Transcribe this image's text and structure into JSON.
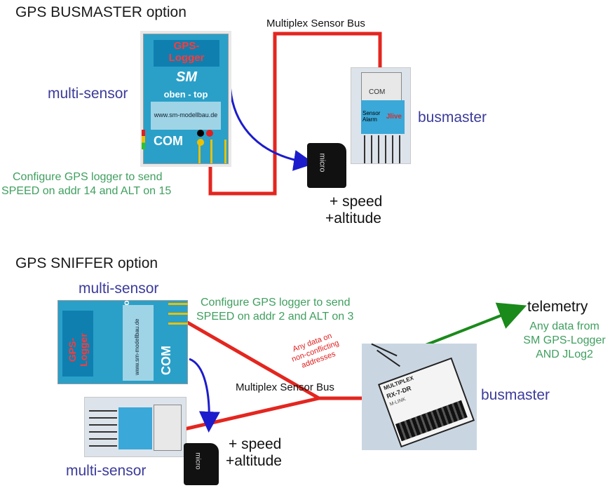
{
  "colors": {
    "wire_red": "#e3261f",
    "arrow_blue": "#1c1ccc",
    "arrow_green": "#1a8a1a",
    "label_purple": "#3b3b9b",
    "label_green": "#3f9f5f"
  },
  "top": {
    "title": "GPS BUSMASTER option",
    "bus_label": "Multiplex Sensor Bus",
    "gps_label": "multi-sensor",
    "busmaster_label": "busmaster",
    "config_line1": "Configure GPS logger to send",
    "config_line2": "SPEED on addr 14 and ALT on 15",
    "plus_speed": "+ speed",
    "plus_altitude": "+altitude",
    "gps_device": {
      "logo_line1": "GPS-",
      "logo_line2": "Logger",
      "brand": "SM",
      "subtitle": "oben - top",
      "url": "www.sm-modellbau.de",
      "port": "COM"
    },
    "jlive_device": {
      "port": "COM",
      "text1": "Sensor",
      "text2": "Alarm",
      "brand": "Jlive"
    },
    "sd_card": {
      "text": "micro"
    }
  },
  "bottom": {
    "title": "GPS SNIFFER option",
    "gps_label": "multi-sensor",
    "jlive_label": "multi-sensor",
    "busmaster_label": "busmaster",
    "config_line1": "Configure GPS logger to send",
    "config_line2": "SPEED on addr 2 and ALT on 3",
    "note_line1": "Any data on",
    "note_line2": "non-conflicting",
    "note_line3": "addresses",
    "bus_label": "Multiplex Sensor Bus",
    "telemetry_label": "telemetry",
    "telemetry_line1": "Any data from",
    "telemetry_line2": "SM GPS-Logger",
    "telemetry_line3": "AND JLog2",
    "plus_speed": "+ speed",
    "plus_altitude": "+altitude",
    "gps_device": {
      "logo_line1": "GPS-",
      "logo_line2": "Logger",
      "subtitle": "oben - top",
      "url": "www.sm-modellbau.de",
      "port": "COM"
    },
    "receiver": {
      "brand": "MULTIPLEX",
      "model": "RX-7-DR",
      "line1": "M-LINK"
    },
    "sd_card": {
      "text": "micro"
    }
  }
}
